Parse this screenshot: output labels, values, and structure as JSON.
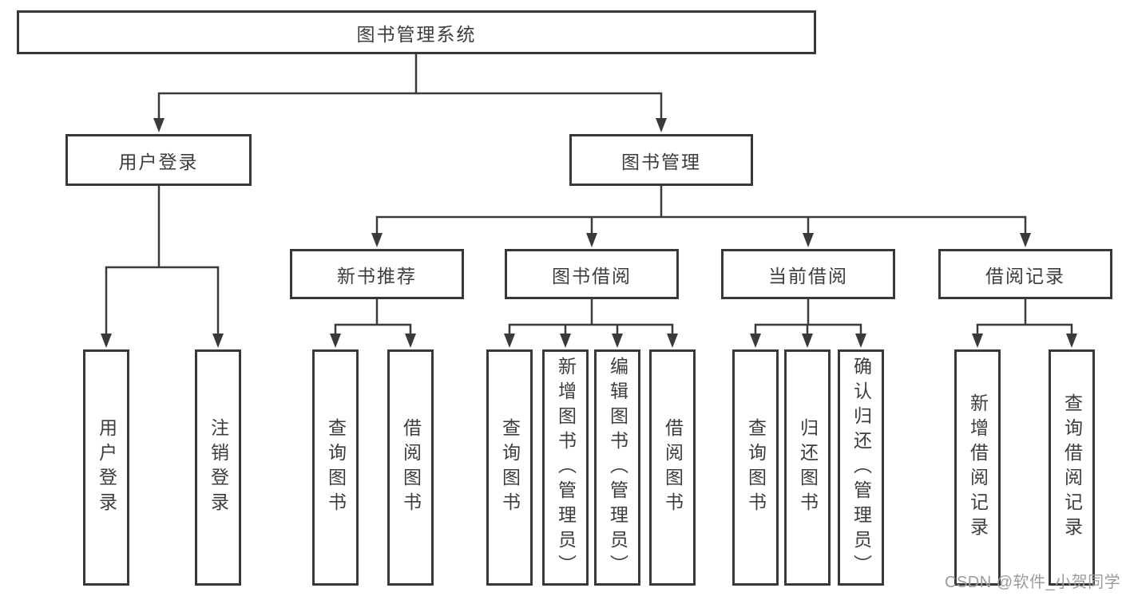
{
  "title": {
    "label": "图书管理系统"
  },
  "level2": {
    "user_login": "用户登录",
    "book_mgmt": "图书管理"
  },
  "level3": {
    "new_books": "新书推荐",
    "book_borrow": "图书借阅",
    "current_borrow": "当前借阅",
    "borrow_records": "借阅记录"
  },
  "leaves": {
    "user_login": [
      "用户登录",
      "注销登录"
    ],
    "new_books": [
      "查询图书",
      "借阅图书"
    ],
    "book_borrow": [
      "查询图书",
      "新增图书（管理员）",
      "编辑图书（管理员）",
      "借阅图书"
    ],
    "current_borrow": [
      "查询图书",
      "归还图书",
      "确认归还（管理员）"
    ],
    "borrow_records": [
      "新增借阅记录",
      "查询借阅记录"
    ]
  },
  "watermark": "CSDN @软件_小贺同学",
  "colors": {
    "line": "#3a3a3a",
    "box_border": "#383838",
    "text": "#3d3d3d",
    "watermark": "#9c9c9c",
    "background": "#ffffff"
  }
}
